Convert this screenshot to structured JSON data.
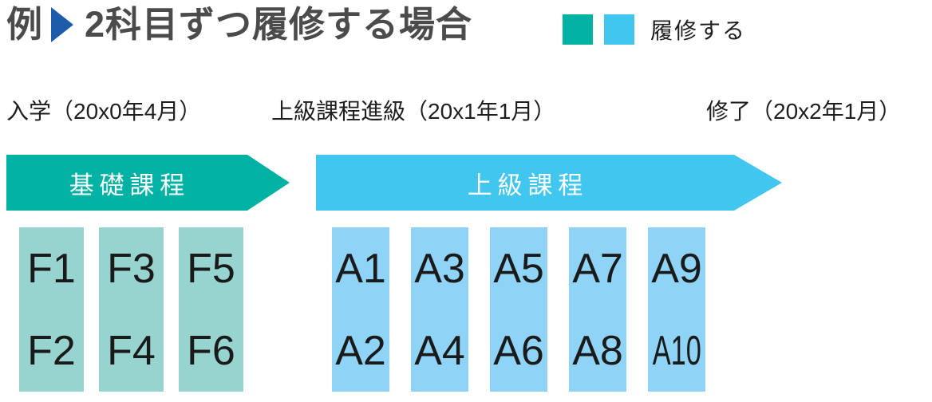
{
  "title": {
    "prefix": "例",
    "text": "2科目ずつ履修する場合",
    "arrow_color": "#1c5caa"
  },
  "legend": {
    "label": "履修する",
    "swatches": [
      {
        "name": "foundation-course",
        "color": "#00b2a3"
      },
      {
        "name": "advanced-course",
        "color": "#41c7ef"
      }
    ]
  },
  "milestones": [
    {
      "label": "入学（20x0年4月）"
    },
    {
      "label": "上級課程進級（20x1年1月）"
    },
    {
      "label": "修了（20x2年1月）"
    }
  ],
  "tracks": [
    {
      "name": "基礎課程",
      "arrow_color": "#00b2a3",
      "column_color": "#97d4cf",
      "columns": [
        {
          "top": "F1",
          "bottom": "F2"
        },
        {
          "top": "F3",
          "bottom": "F4"
        },
        {
          "top": "F5",
          "bottom": "F6"
        }
      ]
    },
    {
      "name": "上級課程",
      "arrow_color": "#41c7ef",
      "column_color": "#8fd4f6",
      "columns": [
        {
          "top": "A1",
          "bottom": "A2"
        },
        {
          "top": "A3",
          "bottom": "A4"
        },
        {
          "top": "A5",
          "bottom": "A6"
        },
        {
          "top": "A7",
          "bottom": "A8"
        },
        {
          "top": "A9",
          "bottom": "A10"
        }
      ]
    }
  ]
}
